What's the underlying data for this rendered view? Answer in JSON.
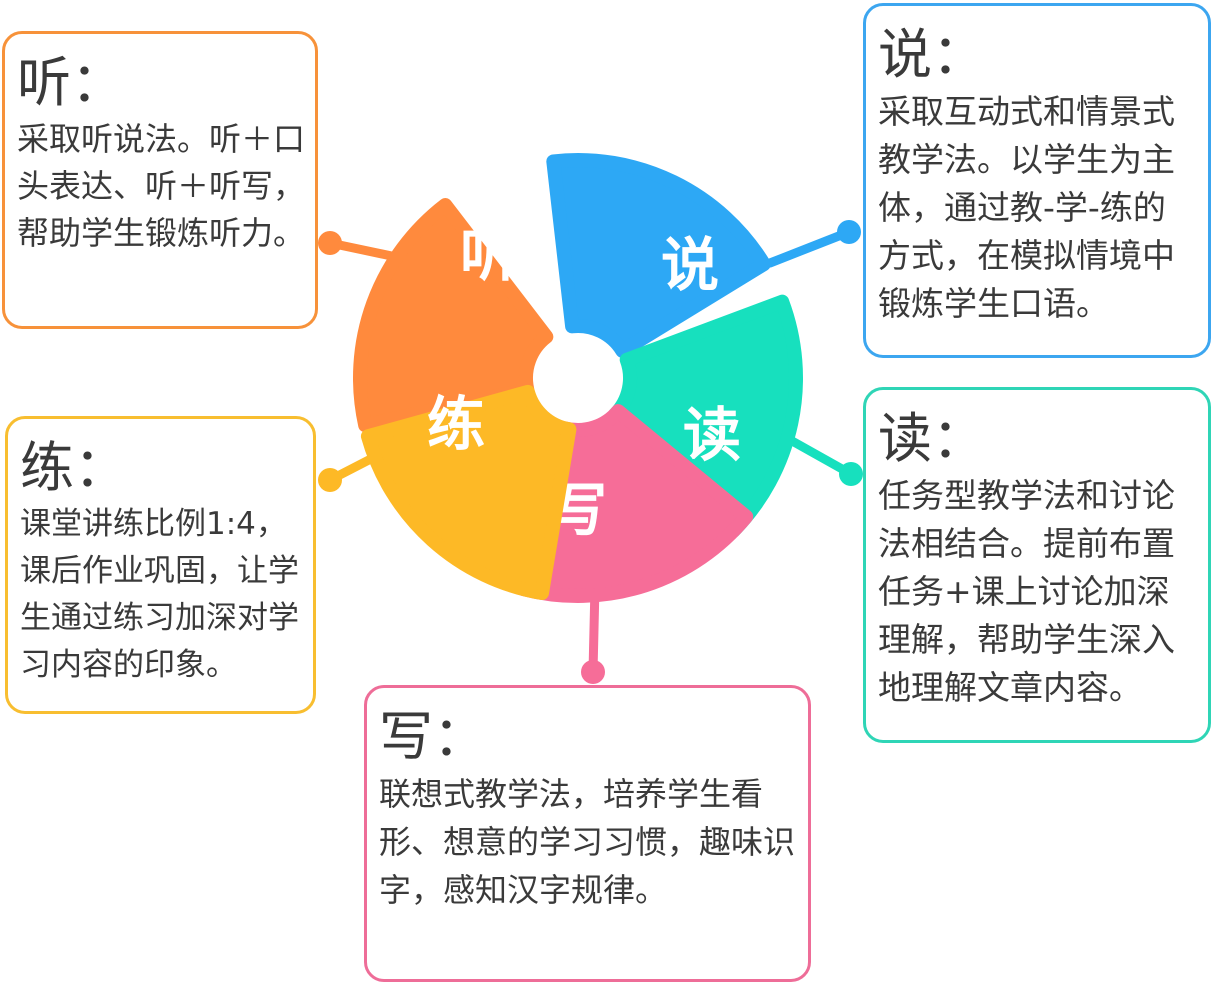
{
  "segments": [
    {
      "id": "listen",
      "label": "听",
      "color": "#FF8A3D"
    },
    {
      "id": "speak",
      "label": "说",
      "color": "#2DA8F5"
    },
    {
      "id": "read",
      "label": "读",
      "color": "#17E0BE"
    },
    {
      "id": "write",
      "label": "写",
      "color": "#F66D98"
    },
    {
      "id": "practice",
      "label": "练",
      "color": "#FDB926"
    }
  ],
  "cards": {
    "listen": {
      "heading": "听：",
      "text": "采取听说法。听＋口头表达、听＋听写，帮助学生锻炼听力。"
    },
    "speak": {
      "heading": "说：",
      "text": "采取互动式和情景式教学法。以学生为主体，通过教-学-练的方式，在模拟情境中锻炼学生口语。"
    },
    "read": {
      "heading": "读：",
      "text": "任务型教学法和讨论法相结合。提前布置任务+课上讨论加深理解，帮助学生深入地理解文章内容。"
    },
    "practice": {
      "heading": "练：",
      "text": "课堂讲练比例1:4，课后作业巩固，让学生通过练习加深对学习内容的印象。"
    },
    "write": {
      "heading": "写：",
      "text": "联想式教学法，培养学生看形、想意的学习习惯，趣味识字，感知汉字规律。"
    }
  }
}
